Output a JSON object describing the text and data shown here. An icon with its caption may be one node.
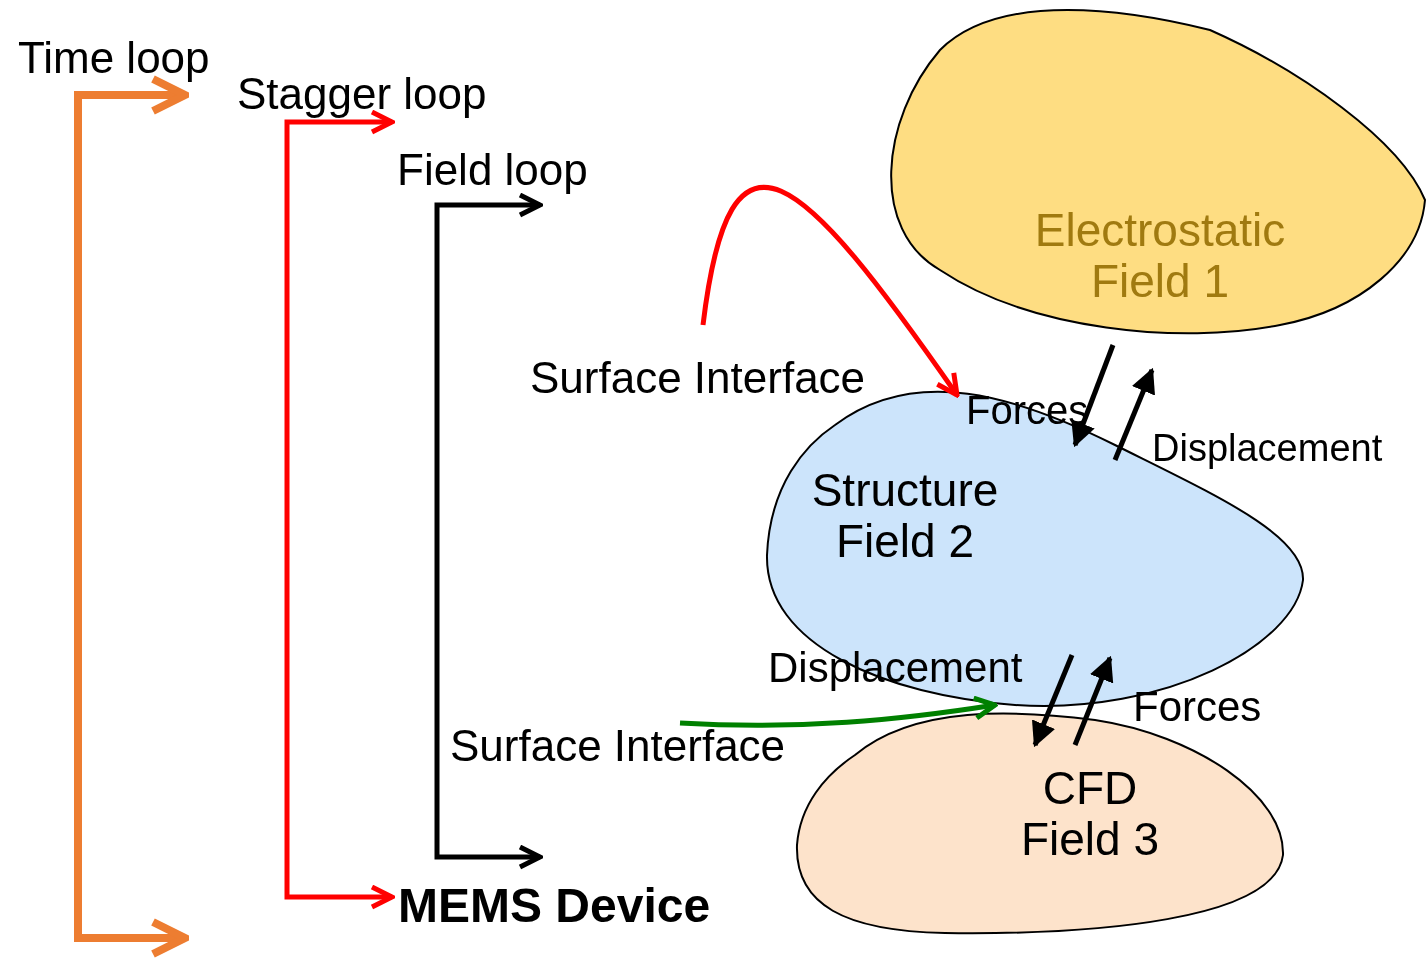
{
  "diagram": {
    "nodes": [
      {
        "text": [
          "Electrostatic Field 1"
        ]
      },
      {
        "text": [
          "Structure Field 2"
        ]
      },
      {
        "text": [
          "CFD Field 3"
        ]
      },
      {
        "text": [
          "Surface Interface"
        ]
      },
      {
        "text": [
          "Surface Interface"
        ]
      },
      {
        "text": [
          "MEMS Device"
        ]
      },
      {
        "text": [
          "Stagger loop"
        ]
      }
    ],
    "edges": [
      {
        "from": 0,
        "to": 1,
        "arrow": "to",
        "label": "Forces"
      },
      {
        "from": 1,
        "to": 0,
        "arrow": "to",
        "label": "Displacement"
      },
      {
        "from": 1,
        "to": 2,
        "arrow": "to",
        "label": "Displacement"
      },
      {
        "from": 2,
        "to": 1,
        "arrow": "to",
        "label": "Forces"
      },
      {
        "from": 3,
        "to": 1,
        "arrow": "to",
        "color": "#ff0000"
      },
      {
        "from": 4,
        "to": 2,
        "arrow": "to",
        "color": "#008000"
      },
      {
        "from": 6,
        "to": 5,
        "arrow": "both",
        "color": "#ff0000"
      }
    ],
    "labels": [
      "Time loop",
      "Field loop"
    ]
  }
}
